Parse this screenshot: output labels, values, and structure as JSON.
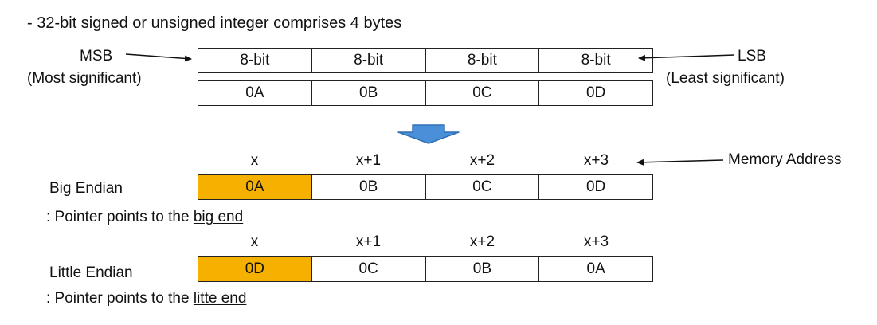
{
  "heading": "- 32-bit signed or unsigned integer comprises 4 bytes",
  "msb": {
    "label": "MSB",
    "desc": "(Most significant)"
  },
  "lsb": {
    "label": "LSB",
    "desc": "(Least significant)"
  },
  "byte_row": [
    "8-bit",
    "8-bit",
    "8-bit",
    "8-bit"
  ],
  "value_row": [
    "0A",
    "0B",
    "0C",
    "0D"
  ],
  "memory_address_label": "Memory Address",
  "address_row": [
    "x",
    "x+1",
    "x+2",
    "x+3"
  ],
  "big_endian": {
    "title": "Big Endian",
    "cells": [
      "0A",
      "0B",
      "0C",
      "0D"
    ],
    "note_prefix": ": Pointer points to the ",
    "note_emph": "big end"
  },
  "little_endian": {
    "title": "Little Endian",
    "cells": [
      "0D",
      "0C",
      "0B",
      "0A"
    ],
    "note_prefix": ": Pointer points to the ",
    "note_emph": "litte end"
  },
  "colors": {
    "highlight": "#F5B000",
    "arrow_fill": "#4A90D9",
    "arrow_stroke": "#2F6FB5"
  }
}
